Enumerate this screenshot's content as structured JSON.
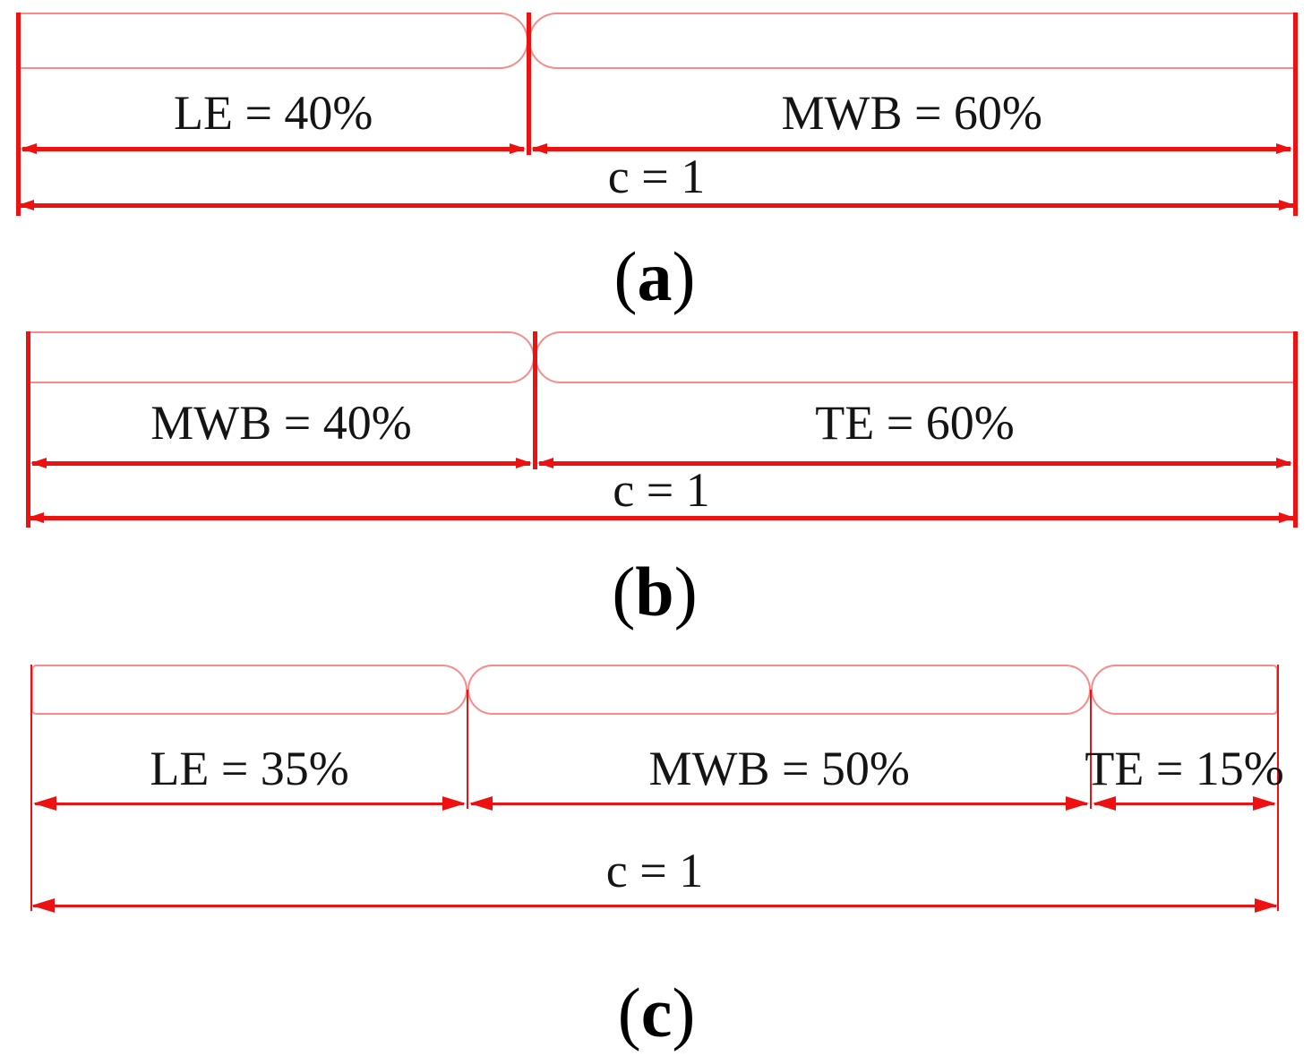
{
  "colors": {
    "outline_pink": "#F98A8A",
    "dimension_red": "#EE1111",
    "text_black": "#141414",
    "background": "#FFFFFF"
  },
  "panels": [
    {
      "caption_open": "(",
      "caption_letter": "a",
      "caption_close": ")",
      "total_label": "c = 1",
      "total_value": 1,
      "segments": [
        {
          "label": "LE = 40%",
          "component": "LE",
          "percent": 40
        },
        {
          "label": "MWB = 60%",
          "component": "MWB",
          "percent": 60
        }
      ]
    },
    {
      "caption_open": "(",
      "caption_letter": "b",
      "caption_close": ")",
      "total_label": "c = 1",
      "total_value": 1,
      "segments": [
        {
          "label": "MWB = 40%",
          "component": "MWB",
          "percent": 40
        },
        {
          "label": "TE = 60%",
          "component": "TE",
          "percent": 60
        }
      ]
    },
    {
      "caption_open": "(",
      "caption_letter": "c",
      "caption_close": ")",
      "total_label": "c = 1",
      "total_value": 1,
      "segments": [
        {
          "label": "LE = 35%",
          "component": "LE",
          "percent": 35
        },
        {
          "label": "MWB = 50%",
          "component": "MWB",
          "percent": 50
        },
        {
          "label": "TE = 15%",
          "component": "TE",
          "percent": 15
        }
      ]
    }
  ]
}
